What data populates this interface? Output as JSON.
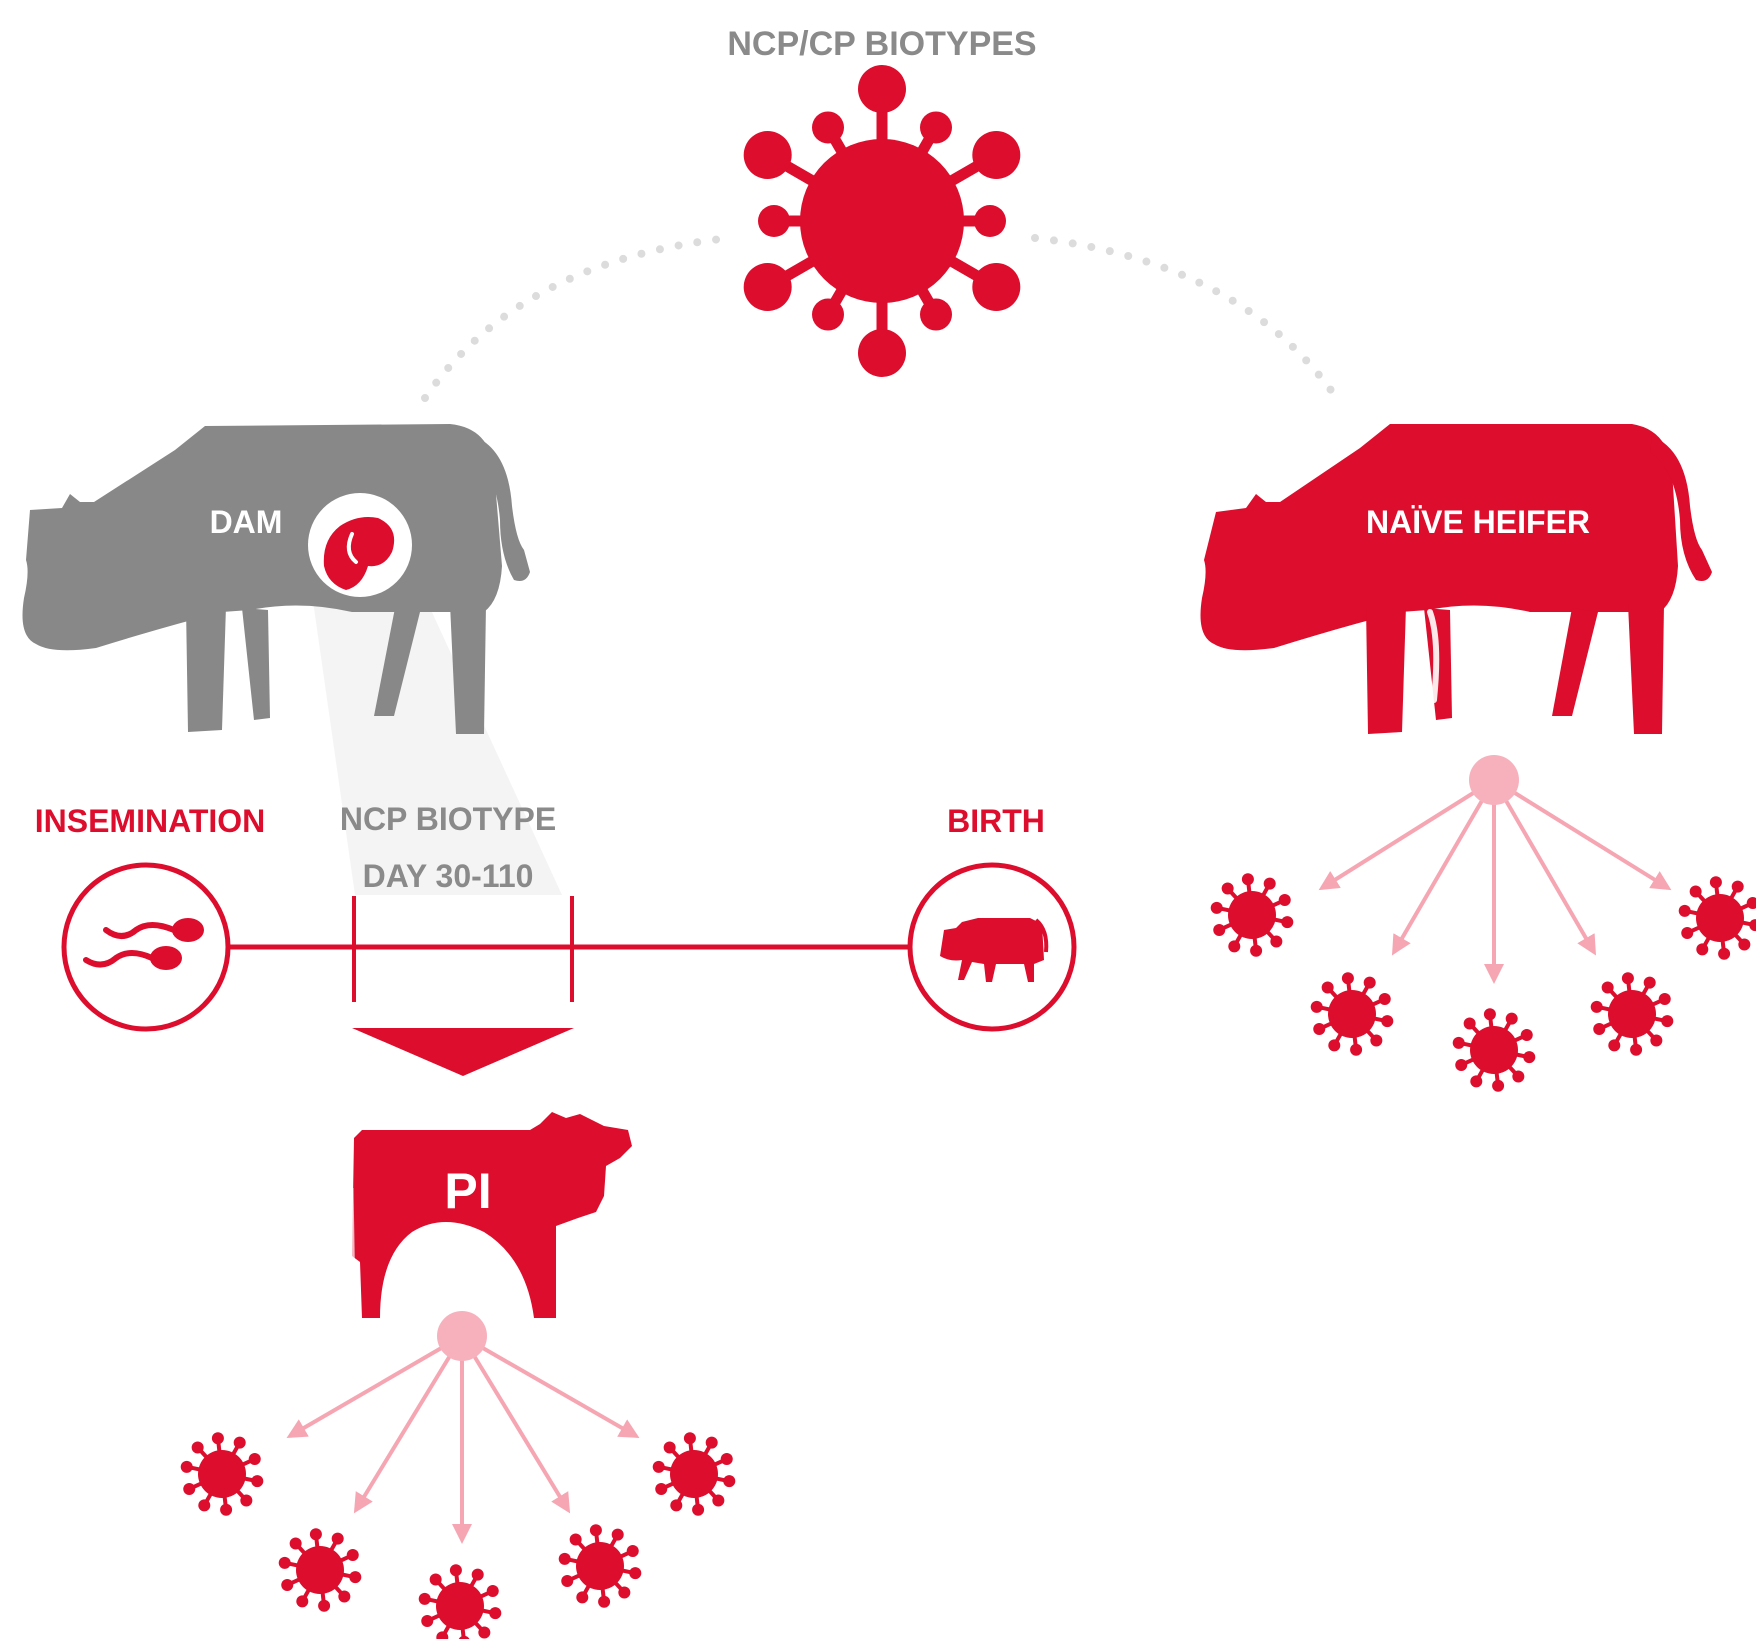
{
  "title": "NCP/CP BIOTYPES",
  "dam": {
    "label": "DAM"
  },
  "heifer": {
    "label": "NAÏVE HEIFER"
  },
  "pi": {
    "label": "PI"
  },
  "timeline": {
    "start_label": "INSEMINATION",
    "window_label_line1": "NCP BIOTYPE",
    "window_label_line2": "DAY 30-110",
    "end_label": "BIRTH"
  },
  "icons": {
    "main_virus": "virus-icon",
    "sperm": "sperm-icon",
    "fetus": "fetus-icon",
    "calf": "calf-icon",
    "hub": "shedding-hub-icon",
    "virus_particle": "virus-particle-icon"
  },
  "colors": {
    "red": "#dc0d2d",
    "grey": "#888888",
    "pink": "#f6a6b2",
    "pink_hub": "#f7b1bd",
    "dots": "#dcdcdc"
  }
}
